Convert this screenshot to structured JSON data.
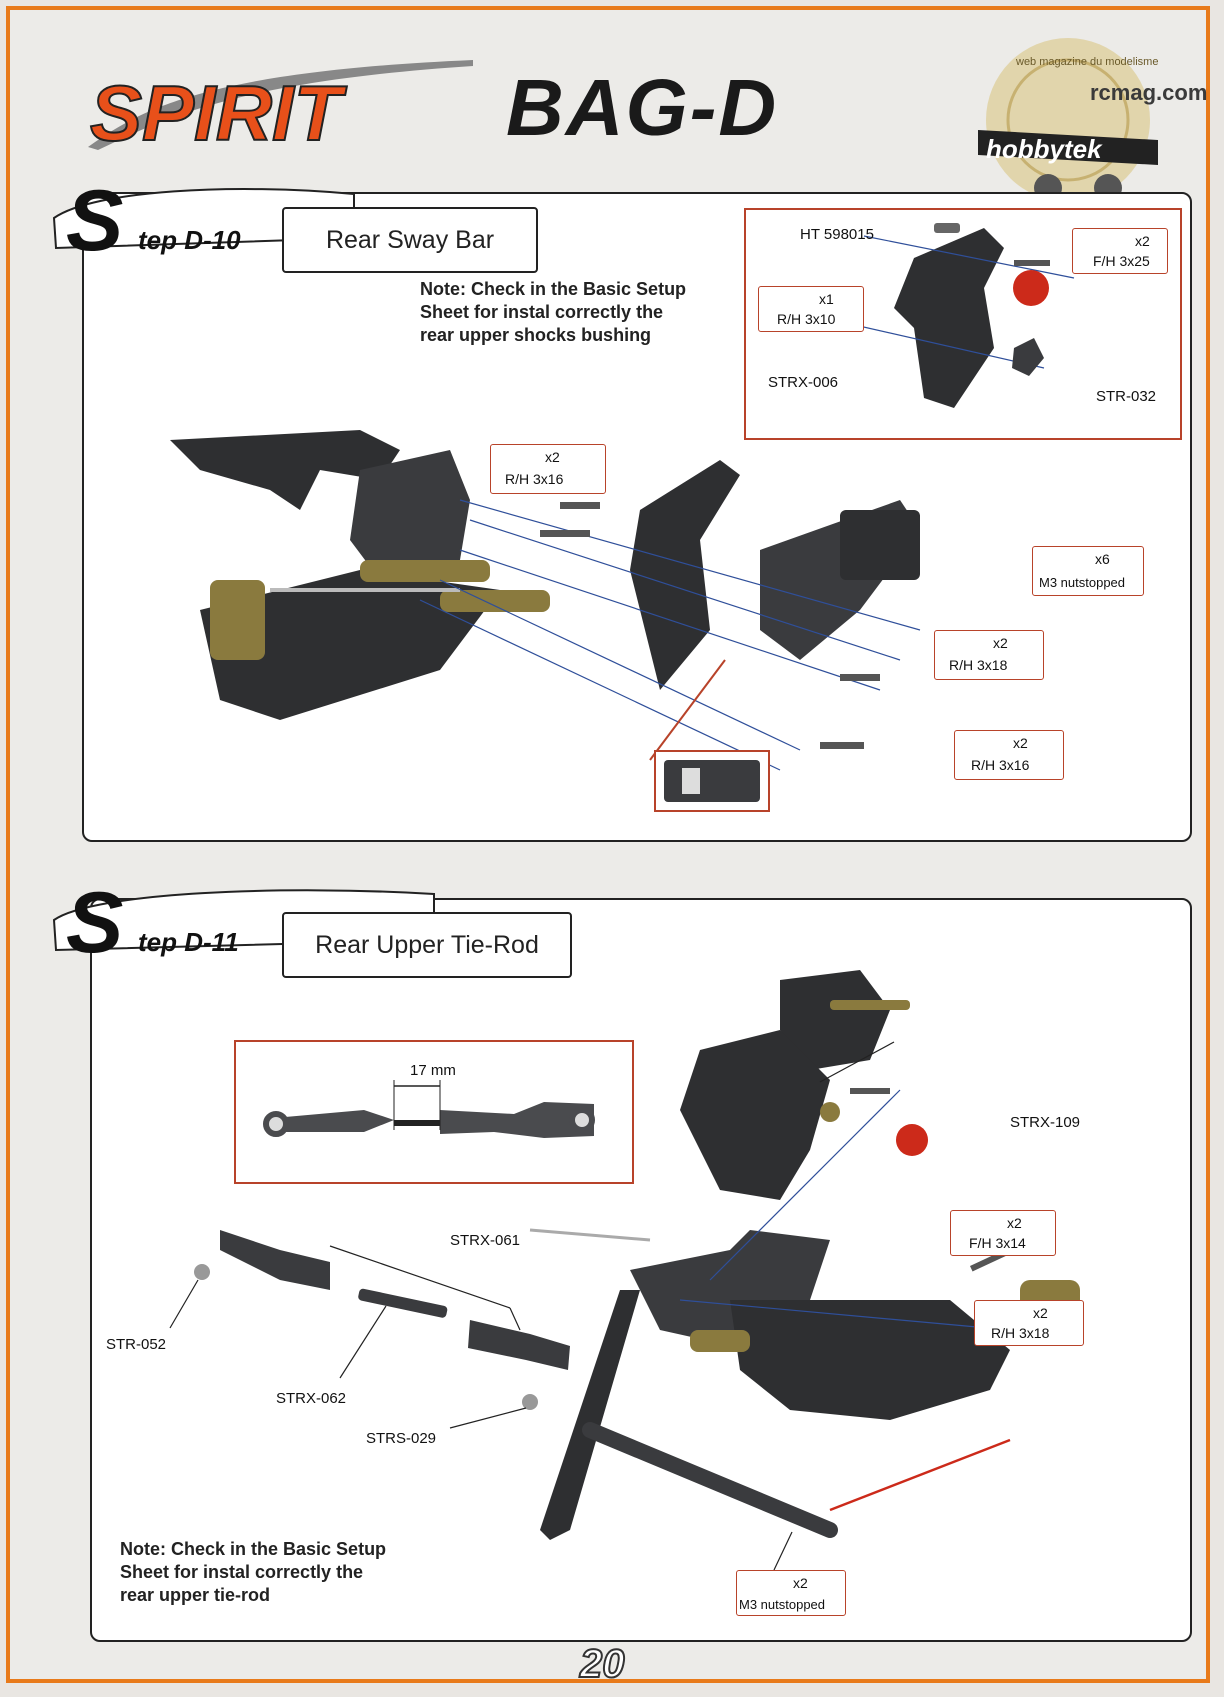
{
  "header": {
    "brand": "SPIRIT",
    "bag_title": "BAG-D",
    "site_badge": "rcmag.com",
    "site_tagline": "web magazine du modelisme",
    "publisher_logo": "hobbytek"
  },
  "steps": [
    {
      "big_s": "S",
      "label": "tep D-10",
      "title": "Rear Sway Bar",
      "note_lines": [
        "Note: Check in the Basic Setup",
        "Sheet for instal correctly the",
        "rear upper shocks bushing"
      ],
      "part_labels": {
        "ht": "HT 598015",
        "strx006": "STRX-006",
        "str032": "STR-032"
      },
      "callouts": [
        {
          "qty": "x2",
          "size": "F/H 3x25"
        },
        {
          "qty": "x1",
          "size": "R/H 3x10"
        },
        {
          "qty": "x2",
          "size": "R/H 3x16"
        },
        {
          "qty": "x6",
          "size": "M3 nutstopped"
        },
        {
          "qty": "x2",
          "size": "R/H 3x18"
        },
        {
          "qty": "x2",
          "size": "R/H 3x16"
        }
      ]
    },
    {
      "big_s": "S",
      "label": "tep D-11",
      "title": "Rear Upper Tie-Rod",
      "note_lines": [
        "Note: Check in the Basic Setup",
        "Sheet for instal correctly the",
        "rear upper tie-rod"
      ],
      "dimension": "17 mm",
      "part_labels": {
        "strx109": "STRX-109",
        "strx061": "STRX-061",
        "str052": "STR-052",
        "strx062": "STRX-062",
        "strs029": "STRS-029"
      },
      "callouts": [
        {
          "qty": "x2",
          "size": "F/H 3x14"
        },
        {
          "qty": "x2",
          "size": "R/H 3x18"
        },
        {
          "qty": "x2",
          "size": "M3 nutstopped"
        }
      ]
    }
  ],
  "page_number": "20",
  "colors": {
    "frame": "#e87a1a",
    "callout_border": "#b8432a",
    "parts_dark": "#2e2f31",
    "parts_gold": "#8a7a3e",
    "guide_line": "#2f4f9a"
  }
}
